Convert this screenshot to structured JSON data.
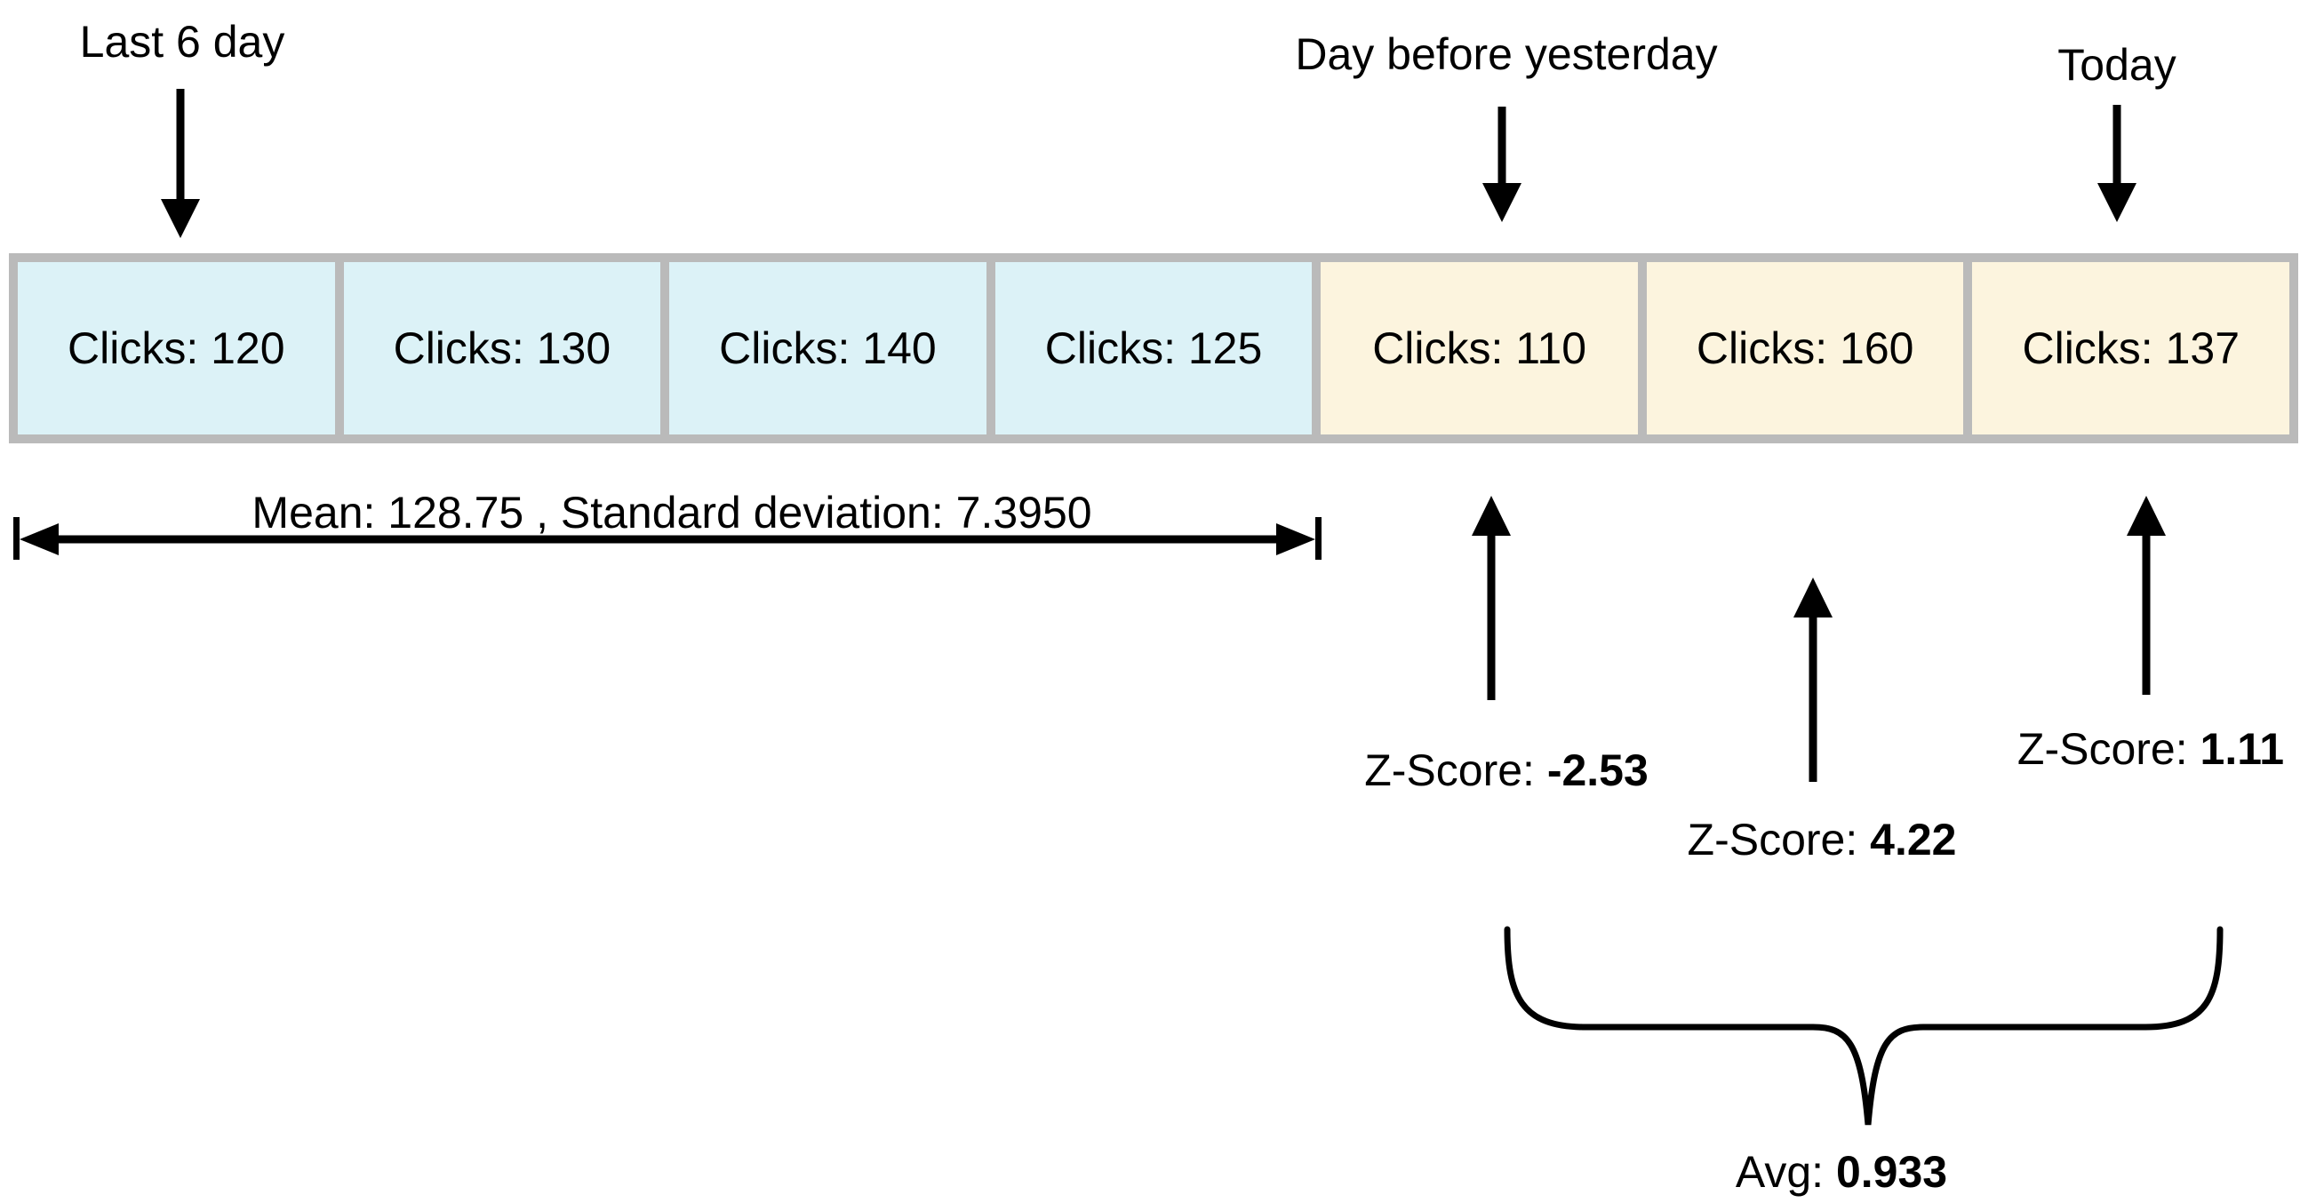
{
  "diagram": {
    "colors": {
      "history_fill": "#dcf2f7",
      "recent_fill": "#fcf4de",
      "border_gray": "#bababa",
      "ink": "#000000",
      "bg": "#ffffff"
    },
    "annotations": {
      "last6": "Last 6 day",
      "day_before_yesterday": "Day before yesterday",
      "today": "Today"
    },
    "boxes": [
      {
        "label": "Clicks: 120",
        "group": "history"
      },
      {
        "label": "Clicks: 130",
        "group": "history"
      },
      {
        "label": "Clicks: 140",
        "group": "history"
      },
      {
        "label": "Clicks: 125",
        "group": "history"
      },
      {
        "label": "Clicks: 110",
        "group": "recent"
      },
      {
        "label": "Clicks: 160",
        "group": "recent"
      },
      {
        "label": "Clicks: 137",
        "group": "recent"
      }
    ],
    "stats_label": "Mean: 128.75 , Standard deviation: 7.3950",
    "zscores": [
      {
        "prefix": "Z-Score: ",
        "value": "-2.53"
      },
      {
        "prefix": "Z-Score: ",
        "value": "4.22"
      },
      {
        "prefix": "Z-Score: ",
        "value": "1.11"
      }
    ],
    "avg": {
      "prefix": "Avg: ",
      "value": "0.933"
    }
  }
}
